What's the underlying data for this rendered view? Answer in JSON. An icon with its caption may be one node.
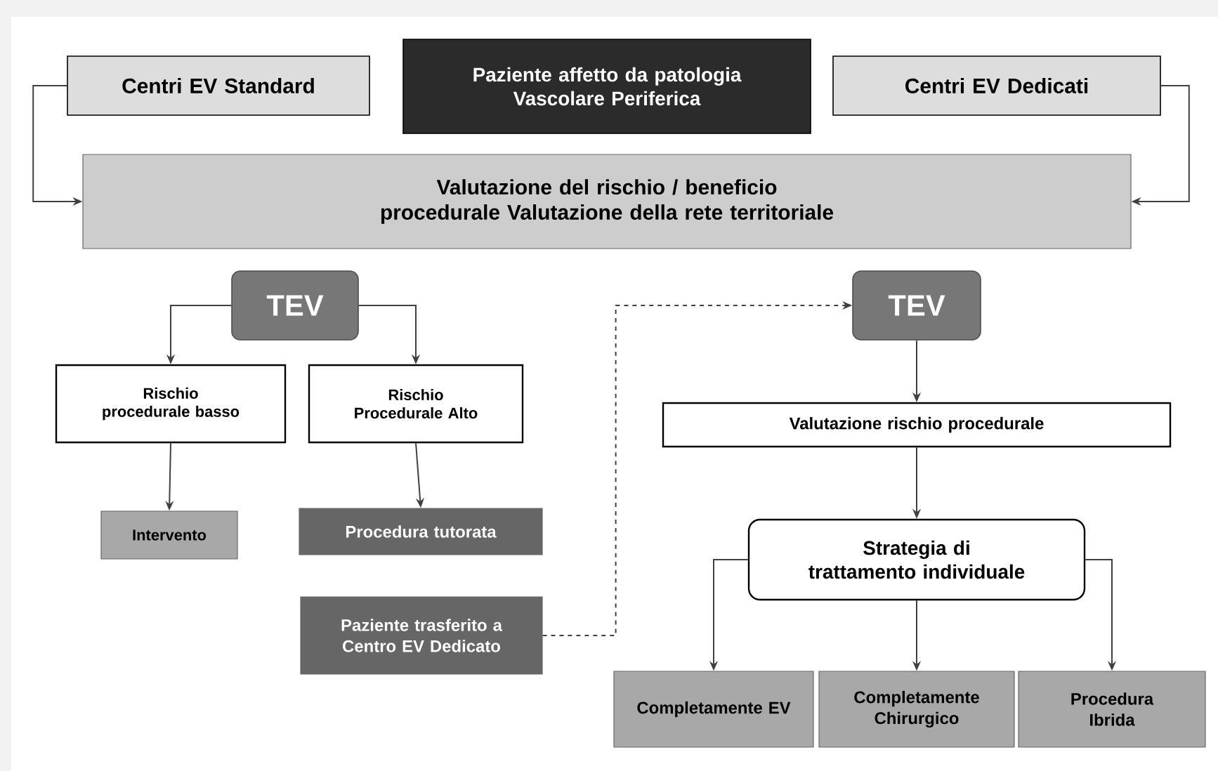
{
  "diagram": {
    "nodes": [
      {
        "text": [
          "Centri EV Standard"
        ]
      },
      {
        "text": [
          "Paziente affetto da patologia Vascolare Periferica"
        ]
      },
      {
        "text": [
          "Centri EV Dedicati"
        ]
      },
      {
        "text": [
          "Valutazione del rischio / beneficio procedurale Valutazione della rete territoriale"
        ]
      },
      {
        "text": [
          "TEV"
        ]
      },
      {
        "text": [
          "Rischio procedurale basso"
        ]
      },
      {
        "text": [
          "Rischio Procedurale Alto"
        ]
      },
      {
        "text": [
          "Intervento"
        ]
      },
      {
        "text": [
          "Procedura tutorata"
        ]
      },
      {
        "text": [
          "Paziente trasferito a Centro EV Dedicato"
        ]
      },
      {
        "text": [
          "TEV"
        ]
      },
      {
        "text": [
          "Valutazione rischio procedurale"
        ]
      },
      {
        "text": [
          "Strategia di trattamento individuale"
        ]
      },
      {
        "text": [
          "Completamente EV"
        ]
      },
      {
        "text": [
          "Completamente Chirurgico"
        ]
      },
      {
        "text": [
          "Procedura Ibrida"
        ]
      }
    ],
    "edges": [
      {
        "from": 0,
        "to": 3,
        "arrow": "to"
      },
      {
        "from": 2,
        "to": 3,
        "arrow": "to"
      },
      {
        "from": 4,
        "to": 5,
        "arrow": "to"
      },
      {
        "from": 4,
        "to": 6,
        "arrow": "to"
      },
      {
        "from": 5,
        "to": 7,
        "arrow": "to"
      },
      {
        "from": 6,
        "to": 8,
        "arrow": "to"
      },
      {
        "from": 9,
        "to": 10,
        "arrow": "to",
        "style": "dashed"
      },
      {
        "from": 10,
        "to": 11,
        "arrow": "to"
      },
      {
        "from": 11,
        "to": 12,
        "arrow": "to"
      },
      {
        "from": 12,
        "to": 13,
        "arrow": "to"
      },
      {
        "from": 12,
        "to": 14,
        "arrow": "to"
      },
      {
        "from": 12,
        "to": 15,
        "arrow": "to"
      }
    ]
  }
}
